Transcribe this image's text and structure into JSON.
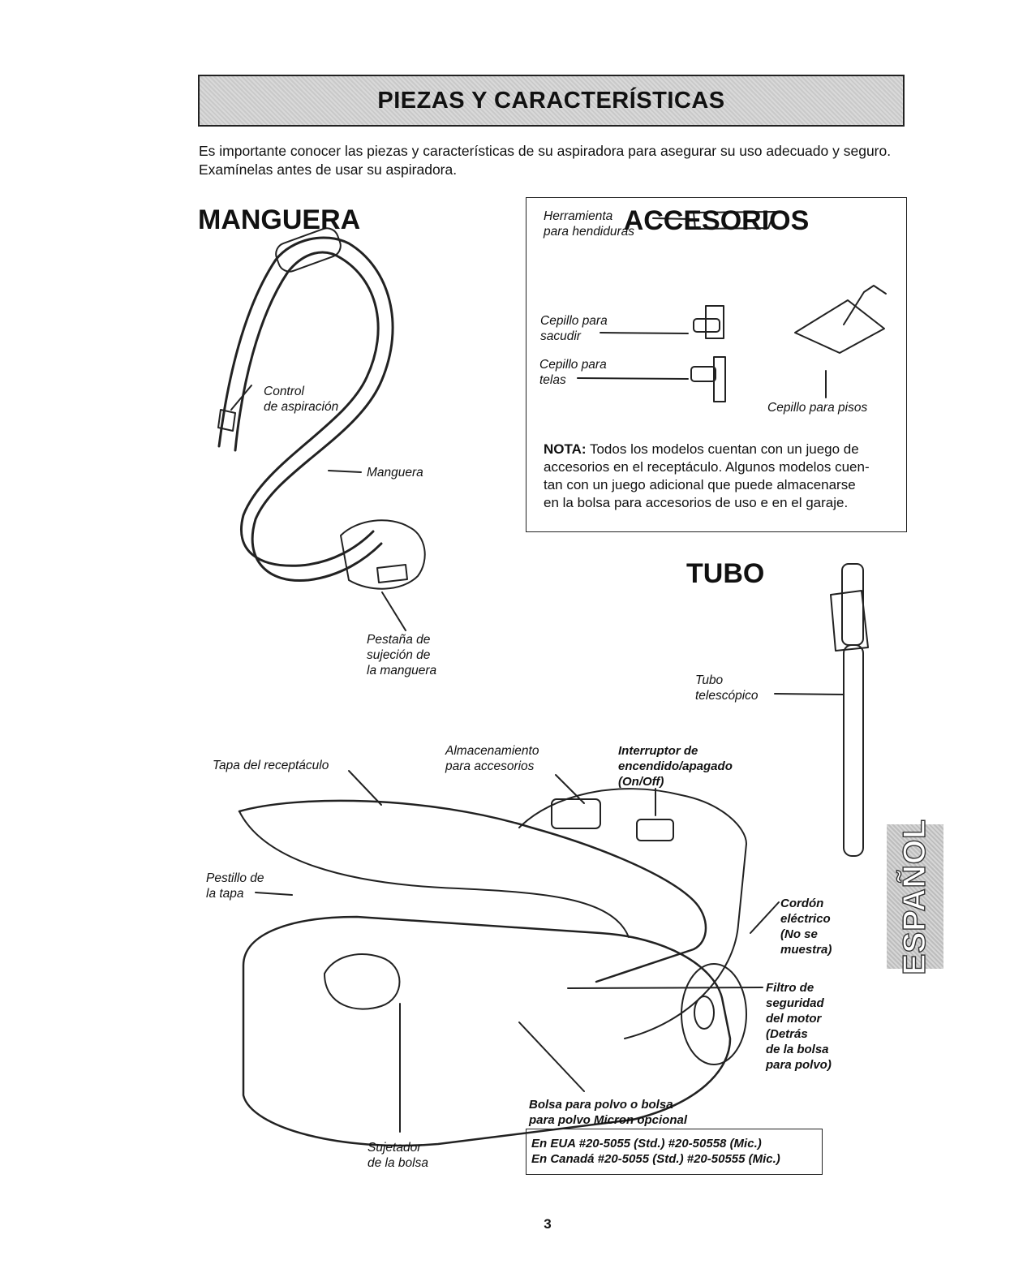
{
  "header": {
    "title": "PIEZAS Y CARACTERÍSTICAS"
  },
  "intro": {
    "line1": "Es importante conocer las piezas y características de su aspiradora para asegurar su uso adecuado y seguro.",
    "line2": "Examínelas antes de usar su aspiradora."
  },
  "manguera": {
    "heading": "MANGUERA",
    "control_line1": "Control",
    "control_line2": "de aspiración",
    "hose_label": "Manguera",
    "tab_line1": "Pestaña de",
    "tab_line2": "sujeción de",
    "tab_line3": "la manguera"
  },
  "accesorios": {
    "heading": "ACCESORIOS",
    "crevice_line1": "Herramienta",
    "crevice_line2": "para hendiduras",
    "dust_line1": "Cepillo para",
    "dust_line2": "sacudir",
    "upholstery_line1": "Cepillo para",
    "upholstery_line2": "telas",
    "floor": "Cepillo para pisos",
    "nota_label": "NOTA:",
    "nota_line1": " Todos los modelos cuentan con un juego de",
    "nota_line2": "accesorios en el receptáculo. Algunos modelos cuen-",
    "nota_line3": "tan con un juego adicional que puede almacenarse",
    "nota_line4": "en la bolsa para accesorios de uso e en el garaje."
  },
  "tubo": {
    "heading": "TUBO",
    "label_line1": "Tubo",
    "label_line2": "telescópico"
  },
  "cleaner": {
    "lid": "Tapa del receptáculo",
    "storage_line1": "Almacenamiento",
    "storage_line2": "para accesorios",
    "switch_line1": "Interruptor de",
    "switch_line2": "encendido/apagado",
    "switch_line3": "(On/Off)",
    "latch_line1": "Pestillo de",
    "latch_line2": "la tapa",
    "cord_line1": "Cordón",
    "cord_line2": "eléctrico",
    "cord_line3": "(No se",
    "cord_line4": "muestra)",
    "filter_line1": "Filtro de",
    "filter_line2": "seguridad",
    "filter_line3": "del motor",
    "filter_line4": "(Detrás",
    "filter_line5": "de la bolsa",
    "filter_line6": "para polvo)",
    "bag_line1": "Bolsa para polvo o bolsa",
    "bag_line2": "para polvo Micron opcional",
    "part_usa": "En EUA #20-5055 (Std.) #20-50558 (Mic.)",
    "part_canada": "En Canadá #20-5055 (Std.) #20-50555 (Mic.)",
    "holder_line1": "Sujetador",
    "holder_line2": "de la bolsa"
  },
  "side_tab": "ESPAÑOL",
  "page_number": "3"
}
